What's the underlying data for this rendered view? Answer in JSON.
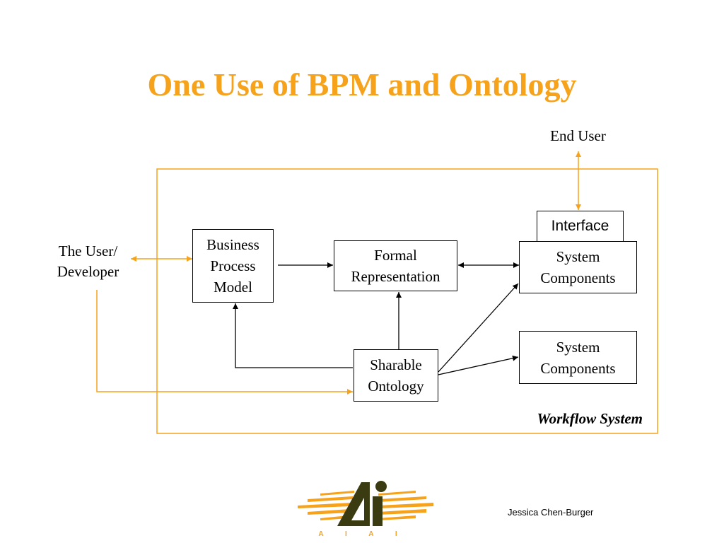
{
  "title": "One Use of BPM and Ontology",
  "colors": {
    "accent": "#f7a21b",
    "logo_dark": "#3b3b12"
  },
  "labels": {
    "end_user": "End User",
    "user_developer": "The User/\nDeveloper",
    "workflow_system": "Workflow System"
  },
  "boxes": {
    "bpm": "Business\nProcess\nModel",
    "formal": "Formal\nRepresentation",
    "interface": "Interface",
    "system_components_1": "System\nComponents",
    "system_components_2": "System\nComponents",
    "ontology": "Sharable\nOntology"
  },
  "footer": {
    "author": "Jessica Chen-Burger",
    "logo_letters": "A I A I"
  }
}
